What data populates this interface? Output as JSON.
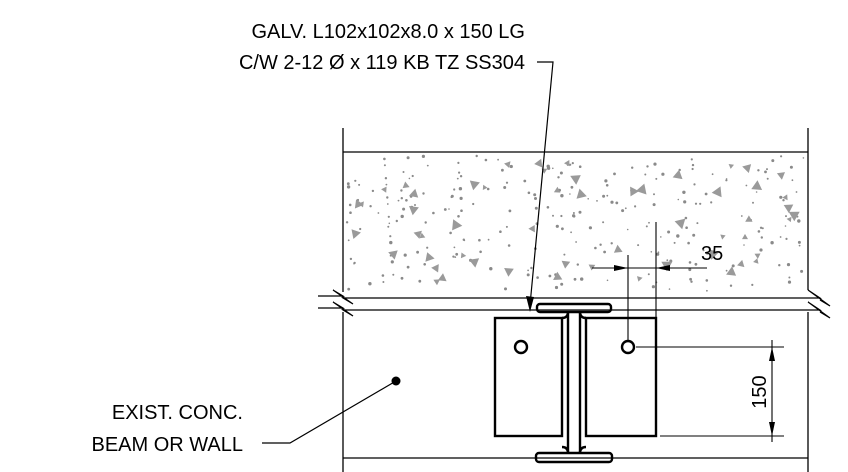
{
  "labels": {
    "angle_spec_line1": "GALV. L102x102x8.0 x 150 LG",
    "angle_spec_line2": "C/W 2-12 Ø x 119 KB TZ SS304",
    "existing_line1": "EXIST. CONC.",
    "existing_line2": "BEAM OR WALL"
  },
  "dimensions": {
    "bolt_edge_distance": "35",
    "angle_length": "150"
  }
}
